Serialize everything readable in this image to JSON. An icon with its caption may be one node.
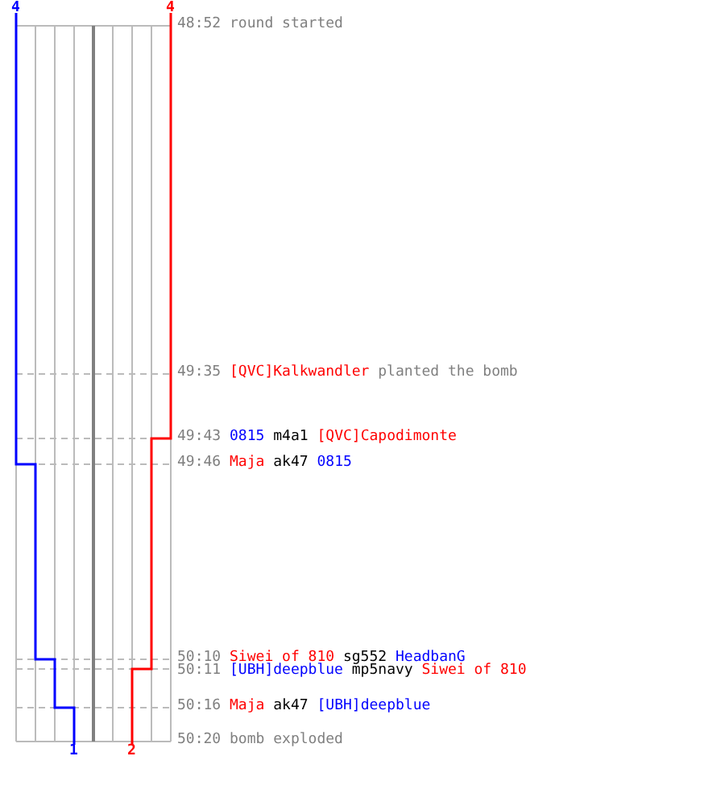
{
  "diagram": {
    "labels": [
      "4",
      "4",
      "48:52",
      "round started",
      "49:35",
      "[QVC]Kalkwandler",
      "planted the bomb",
      "49:43",
      "0815",
      "m4a1",
      "[QVC]Capodimonte",
      "49:46",
      "Maja",
      "ak47",
      "0815",
      "50:10",
      "Siwei of 810",
      "sg552",
      "HeadbanG",
      "50:11",
      "[UBH]deepblue",
      "mp5navy",
      "Siwei of 810",
      "50:16",
      "Maja",
      "ak47",
      "[UBH]deepblue",
      "50:20",
      "bomb exploded",
      "1",
      "2"
    ]
  }
}
